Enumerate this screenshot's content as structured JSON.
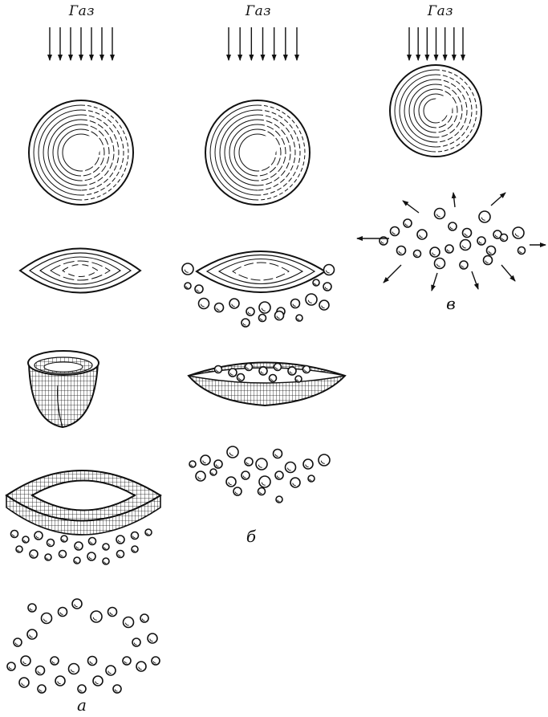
{
  "figure": {
    "columns": [
      {
        "gas_label": "Газ",
        "panel_label": "а",
        "stages": [
          "drop-sphere",
          "flattened-disk",
          "bag",
          "ring-and-droplets",
          "droplet-ring"
        ]
      },
      {
        "gas_label": "Газ",
        "panel_label": "б",
        "stages": [
          "drop-sphere",
          "flattened-disk-with-droplets",
          "dish-with-droplets",
          "droplet-cloud"
        ]
      },
      {
        "gas_label": "Газ",
        "panel_label": "в",
        "stages": [
          "drop-sphere",
          "exploding-droplets"
        ]
      }
    ],
    "colors": {
      "ink": "#111111",
      "background": "#ffffff"
    }
  }
}
